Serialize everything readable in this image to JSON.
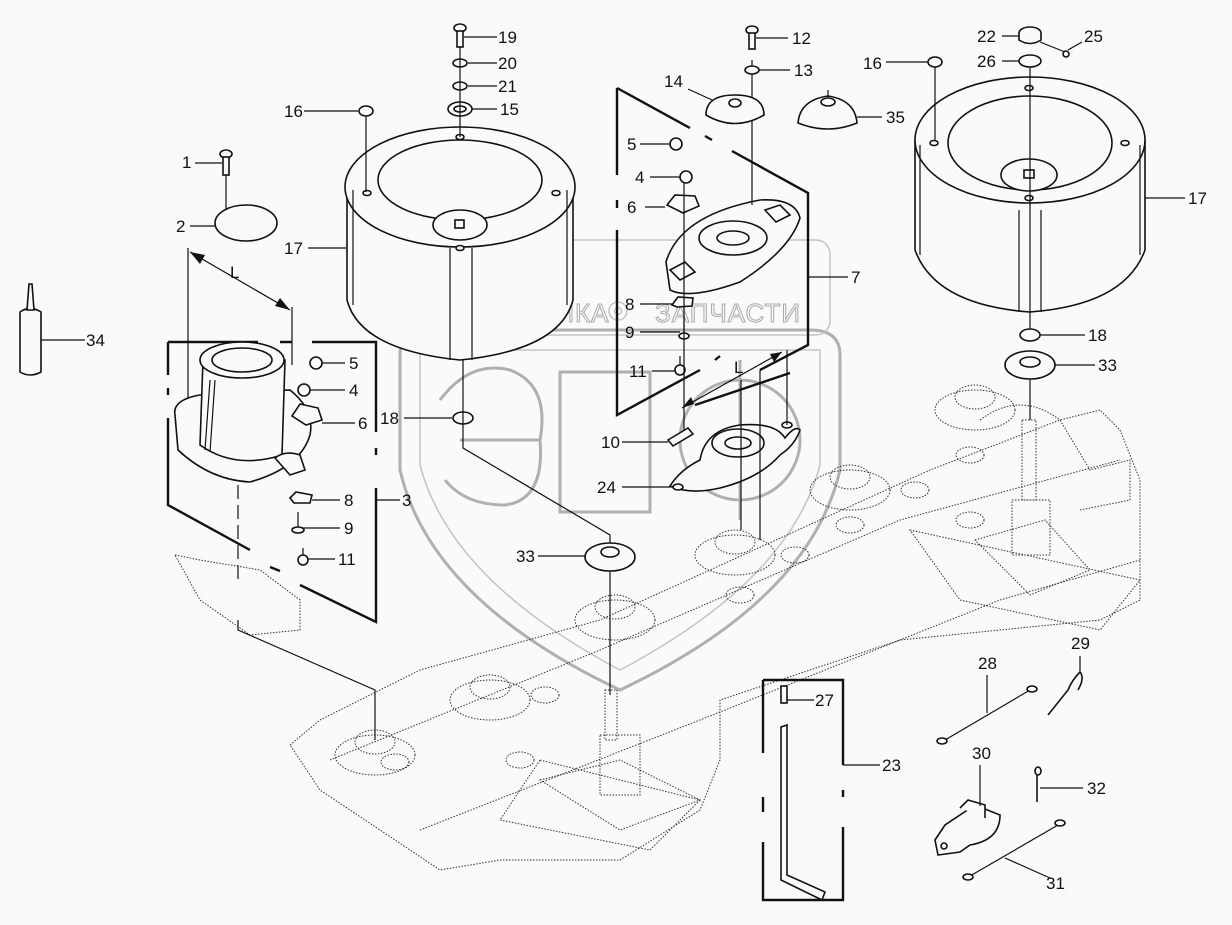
{
  "diagram": {
    "title": "Rotary mower drum assembly — exploded parts view",
    "watermark": {
      "text_left": "ТЕХНИКА",
      "text_right": "ЗАПЧАСТИ",
      "logo_letters": "ЭПФ",
      "gear_icon": "gear-icon"
    },
    "dimension_label": "L",
    "callouts": [
      {
        "id": "c1",
        "number": "1",
        "part": "screw"
      },
      {
        "id": "c2",
        "number": "2",
        "part": "cover plate"
      },
      {
        "id": "c3",
        "number": "3",
        "part": "drum hub assembly"
      },
      {
        "id": "c4a",
        "number": "4",
        "part": "nut"
      },
      {
        "id": "c5a",
        "number": "5",
        "part": "nut"
      },
      {
        "id": "c6a",
        "number": "6",
        "part": "knife holder"
      },
      {
        "id": "c8a",
        "number": "8",
        "part": "plate"
      },
      {
        "id": "c9a",
        "number": "9",
        "part": "bolt"
      },
      {
        "id": "c11a",
        "number": "11",
        "part": "bolt"
      },
      {
        "id": "c4b",
        "number": "4",
        "part": "nut"
      },
      {
        "id": "c5b",
        "number": "5",
        "part": "nut"
      },
      {
        "id": "c6b",
        "number": "6",
        "part": "knife holder"
      },
      {
        "id": "c7",
        "number": "7",
        "part": "disc assembly"
      },
      {
        "id": "c8b",
        "number": "8",
        "part": "plate"
      },
      {
        "id": "c9b",
        "number": "9",
        "part": "bolt"
      },
      {
        "id": "c10",
        "number": "10",
        "part": "knife"
      },
      {
        "id": "c11b",
        "number": "11",
        "part": "bolt"
      },
      {
        "id": "c12",
        "number": "12",
        "part": "bolt"
      },
      {
        "id": "c13",
        "number": "13",
        "part": "washer"
      },
      {
        "id": "c14",
        "number": "14",
        "part": "cap"
      },
      {
        "id": "c15",
        "number": "15",
        "part": "washer"
      },
      {
        "id": "c16a",
        "number": "16",
        "part": "plug"
      },
      {
        "id": "c16b",
        "number": "16",
        "part": "plug"
      },
      {
        "id": "c17a",
        "number": "17",
        "part": "drum"
      },
      {
        "id": "c17b",
        "number": "17",
        "part": "drum"
      },
      {
        "id": "c18a",
        "number": "18",
        "part": "ring"
      },
      {
        "id": "c18b",
        "number": "18",
        "part": "ring"
      },
      {
        "id": "c19",
        "number": "19",
        "part": "bolt"
      },
      {
        "id": "c20",
        "number": "20",
        "part": "washer"
      },
      {
        "id": "c21",
        "number": "21",
        "part": "washer"
      },
      {
        "id": "c22",
        "number": "22",
        "part": "bushing"
      },
      {
        "id": "c23",
        "number": "23",
        "part": "guard kit"
      },
      {
        "id": "c24",
        "number": "24",
        "part": "disc"
      },
      {
        "id": "c25",
        "number": "25",
        "part": "screw"
      },
      {
        "id": "c26",
        "number": "26",
        "part": "ring"
      },
      {
        "id": "c27",
        "number": "27",
        "part": "pad"
      },
      {
        "id": "c28",
        "number": "28",
        "part": "cable"
      },
      {
        "id": "c29",
        "number": "29",
        "part": "linch pin"
      },
      {
        "id": "c30",
        "number": "30",
        "part": "bracket"
      },
      {
        "id": "c31",
        "number": "31",
        "part": "cable"
      },
      {
        "id": "c32",
        "number": "32",
        "part": "cotter pin"
      },
      {
        "id": "c33a",
        "number": "33",
        "part": "spacer"
      },
      {
        "id": "c33b",
        "number": "33",
        "part": "spacer"
      },
      {
        "id": "c34",
        "number": "34",
        "part": "grease tube"
      },
      {
        "id": "c35",
        "number": "35",
        "part": "cap"
      }
    ]
  }
}
